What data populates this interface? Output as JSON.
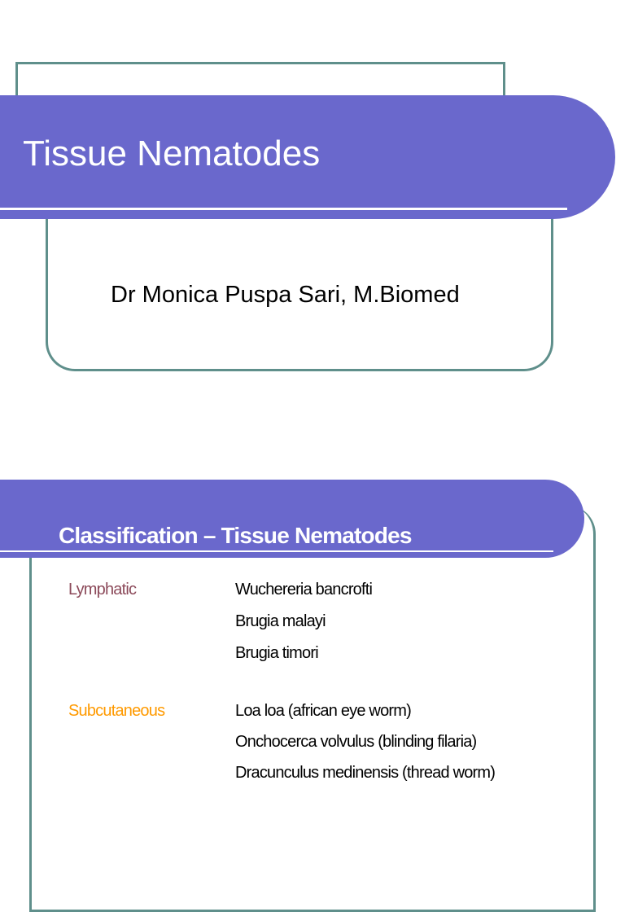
{
  "slide1": {
    "title": "Tissue Nematodes",
    "subtitle": "Dr Monica Puspa Sari, M.Biomed"
  },
  "slide2": {
    "title": "Classification – Tissue Nematodes",
    "groups": [
      {
        "category": "Lymphatic",
        "category_color": "#8c4a5a",
        "species": [
          "Wuchereria bancrofti",
          "Brugia malayi",
          "Brugia timori"
        ]
      },
      {
        "category": "Subcutaneous",
        "category_color": "#ff9a00",
        "species": [
          "Loa loa (african eye worm)",
          "Onchocerca volvulus (blinding filaria)",
          "Dracunculus medinensis (thread worm)"
        ]
      }
    ]
  },
  "colors": {
    "banner": "#6a68cc",
    "frame": "#5f8f8b"
  }
}
